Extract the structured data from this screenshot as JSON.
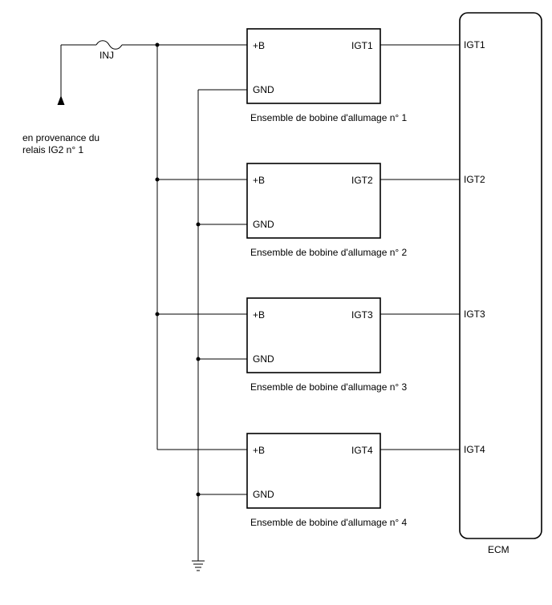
{
  "source_label": [
    "en provenance du",
    "relais IG2 n° 1"
  ],
  "fuse_label": "INJ",
  "ecm": {
    "label": "ECM",
    "pins": [
      "IGT1",
      "IGT2",
      "IGT3",
      "IGT4"
    ]
  },
  "coils": [
    {
      "plus": "+B",
      "gnd": "GND",
      "igt": "IGT1",
      "name": "Ensemble de bobine d'allumage n° 1"
    },
    {
      "plus": "+B",
      "gnd": "GND",
      "igt": "IGT2",
      "name": "Ensemble de bobine d'allumage n° 2"
    },
    {
      "plus": "+B",
      "gnd": "GND",
      "igt": "IGT3",
      "name": "Ensemble de bobine d'allumage n° 3"
    },
    {
      "plus": "+B",
      "gnd": "GND",
      "igt": "IGT4",
      "name": "Ensemble de bobine d'allumage n° 4"
    }
  ]
}
